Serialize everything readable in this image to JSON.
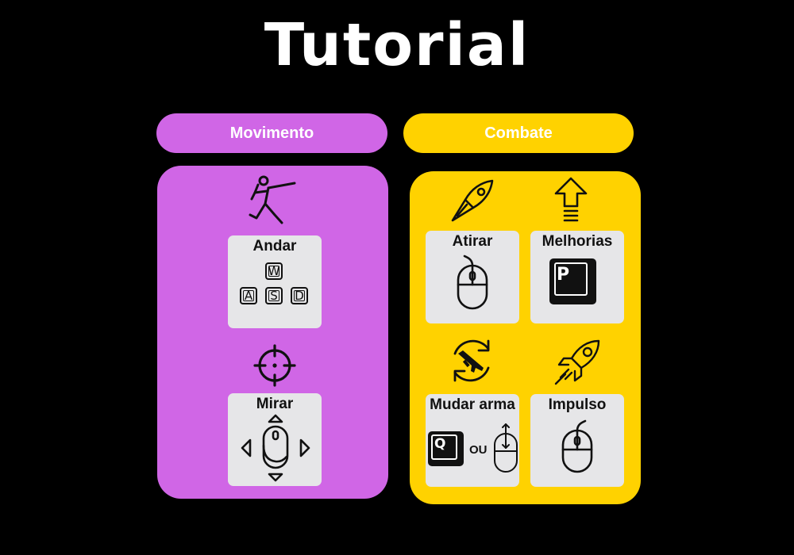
{
  "title": "Tutorial",
  "colors": {
    "background": "#000000",
    "movimento": "#d066e6",
    "combate": "#ffd200",
    "card": "#e6e6e8",
    "title": "#ffffff"
  },
  "tabs": {
    "movimento": "Movimento",
    "combate": "Combate"
  },
  "movimento": {
    "andar": {
      "label": "Andar",
      "icon": "running-person-icon",
      "keys": [
        "W",
        "A",
        "S",
        "D"
      ]
    },
    "mirar": {
      "label": "Mirar",
      "icon": "crosshair-icon",
      "control_icon": "mouse-move-arrows-icon"
    }
  },
  "combate": {
    "atirar": {
      "label": "Atirar",
      "icon": "comet-icon",
      "control_icon": "mouse-left-click-icon"
    },
    "melhorias": {
      "label": "Melhorias",
      "icon": "upgrade-arrow-icon",
      "key": "P"
    },
    "mudar_arma": {
      "label": "Mudar arma",
      "icon": "weapon-swap-icon",
      "key": "Q",
      "or_text": "OU",
      "control_icon": "mouse-scroll-icon"
    },
    "impulso": {
      "label": "Impulso",
      "icon": "rocket-icon",
      "control_icon": "mouse-right-click-icon"
    }
  }
}
